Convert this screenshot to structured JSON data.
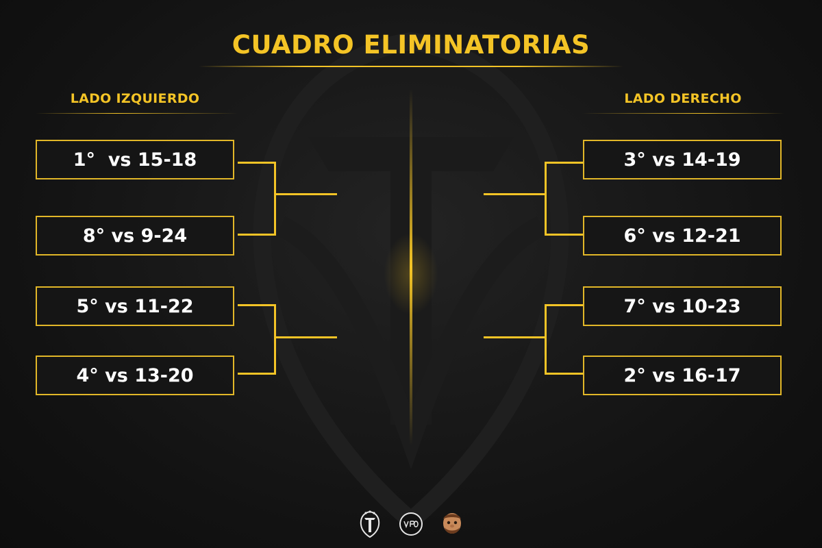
{
  "title": "CUADRO ELIMINATORIAS",
  "left_side": {
    "label": "LADO IZQUIERDO",
    "matches": [
      "1°  vs 15-18",
      "8° vs 9-24",
      "5° vs 11-22",
      "4° vs 13-20"
    ]
  },
  "right_side": {
    "label": "LADO DERECHO",
    "matches": [
      "3° vs 14-19",
      "6° vs 12-21",
      "7° vs 10-23",
      "2° vs 16-17"
    ]
  },
  "colors": {
    "accent": "#f4c426",
    "box_border": "#e2b728",
    "background": "#141414",
    "text": "#ffffff"
  },
  "icons": [
    "club-crest-icon",
    "vpo-logo-icon",
    "mascot-face-icon"
  ]
}
